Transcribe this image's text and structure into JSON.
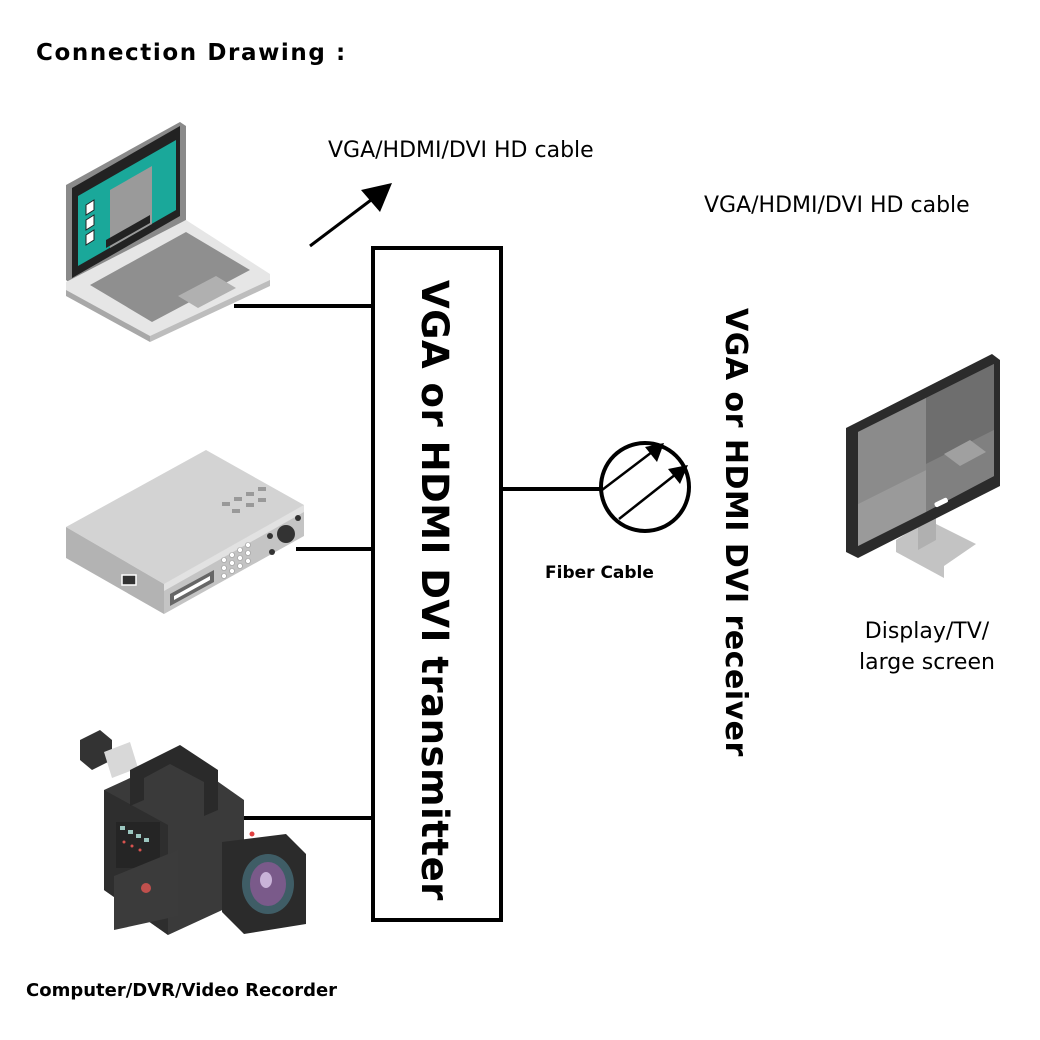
{
  "title": "Connection Drawing :",
  "cable_labels": {
    "source_side": "VGA/HDMI/DVI HD cable",
    "display_side": "VGA/HDMI/DVI HD cable"
  },
  "transmitter": {
    "label": "VGA or HDMI DVI transmitter"
  },
  "fiber": {
    "label": "Fiber Cable",
    "icon": "fiber-optic-circle-arrows-icon"
  },
  "receiver": {
    "label": "VGA or HDMI DVI receiver"
  },
  "display": {
    "label_line1": "Display/TV/",
    "label_line2": "large screen",
    "icon": "monitor-icon"
  },
  "sources": {
    "label": "Computer/DVR/Video Recorder",
    "devices": [
      {
        "name": "laptop",
        "icon": "laptop-icon"
      },
      {
        "name": "dvr",
        "icon": "dvr-icon"
      },
      {
        "name": "video-camera",
        "icon": "video-camera-icon"
      }
    ]
  },
  "colors": {
    "line": "#000000",
    "laptop_screen_accent": "#1aa89a",
    "device_gray": "#c8c8c8",
    "camera_body": "#3a3a3a",
    "monitor_bezel": "#2b2b2b"
  }
}
